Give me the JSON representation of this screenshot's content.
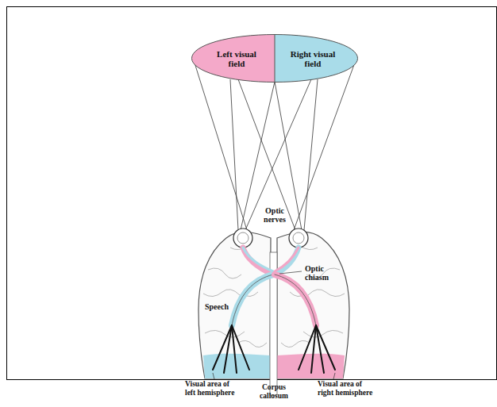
{
  "diagram": {
    "nodes": [
      {
        "text": [
          "Left visual field"
        ]
      },
      {
        "text": [
          "Right visual field"
        ]
      }
    ],
    "labels": [
      "Optic nerves",
      "Optic chiasm",
      "Speech",
      "Visual area of left hemisphere",
      "Corpus callosum",
      "Visual area of right hemisphere"
    ]
  }
}
